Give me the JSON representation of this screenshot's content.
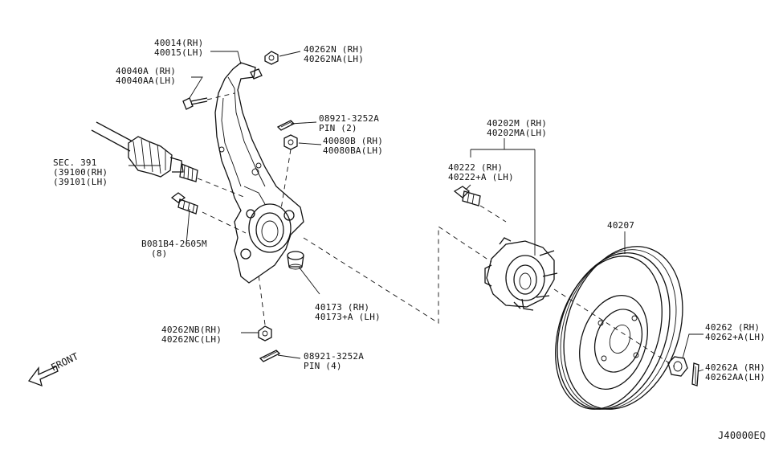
{
  "parts": {
    "knuckle": {
      "rh": "40014(RH)",
      "lh": "40015(LH)"
    },
    "knuckle_bolt": {
      "rh": "40040A (RH)",
      "lh": "40040AA(LH)"
    },
    "upper_nut": {
      "rh": "40262N (RH)",
      "lh": "40262NA(LH)"
    },
    "upper_pin": {
      "part_no": "08921-3252A",
      "qty": "PIN (2)"
    },
    "sec391": {
      "line1": "SEC. 391",
      "rh": "(39100(RH)",
      "lh": "(39101(LH)"
    },
    "hub_bolt": {
      "rh": "40222 (RH)",
      "lh": "40222+A (LH)"
    },
    "stud_nut": {
      "rh": "40080B (RH)",
      "lh": "40080BA(LH)"
    },
    "hub_assy": {
      "rh": "40202M (RH)",
      "lh": "40202MA(LH)"
    },
    "rotor": {
      "part_no": "40207"
    },
    "mount_bolt": {
      "part_no": "B081B4-2605M",
      "qty": "(8)"
    },
    "cap": {
      "rh": "40173 (RH)",
      "lh": "40173+A (LH)"
    },
    "lower_nut": {
      "rh": "40262NB(RH)",
      "lh": "40262NC(LH)"
    },
    "lower_pin": {
      "part_no": "08921-3252A",
      "qty": "PIN (4)"
    },
    "axle_nut": {
      "rh": "40262 (RH)",
      "lh": "40262+A(LH)"
    },
    "axle_pin": {
      "rh": "40262A (RH)",
      "lh": "40262AA(LH)"
    }
  },
  "front_label": "FRONT",
  "diagram_code": "J40000EQ"
}
